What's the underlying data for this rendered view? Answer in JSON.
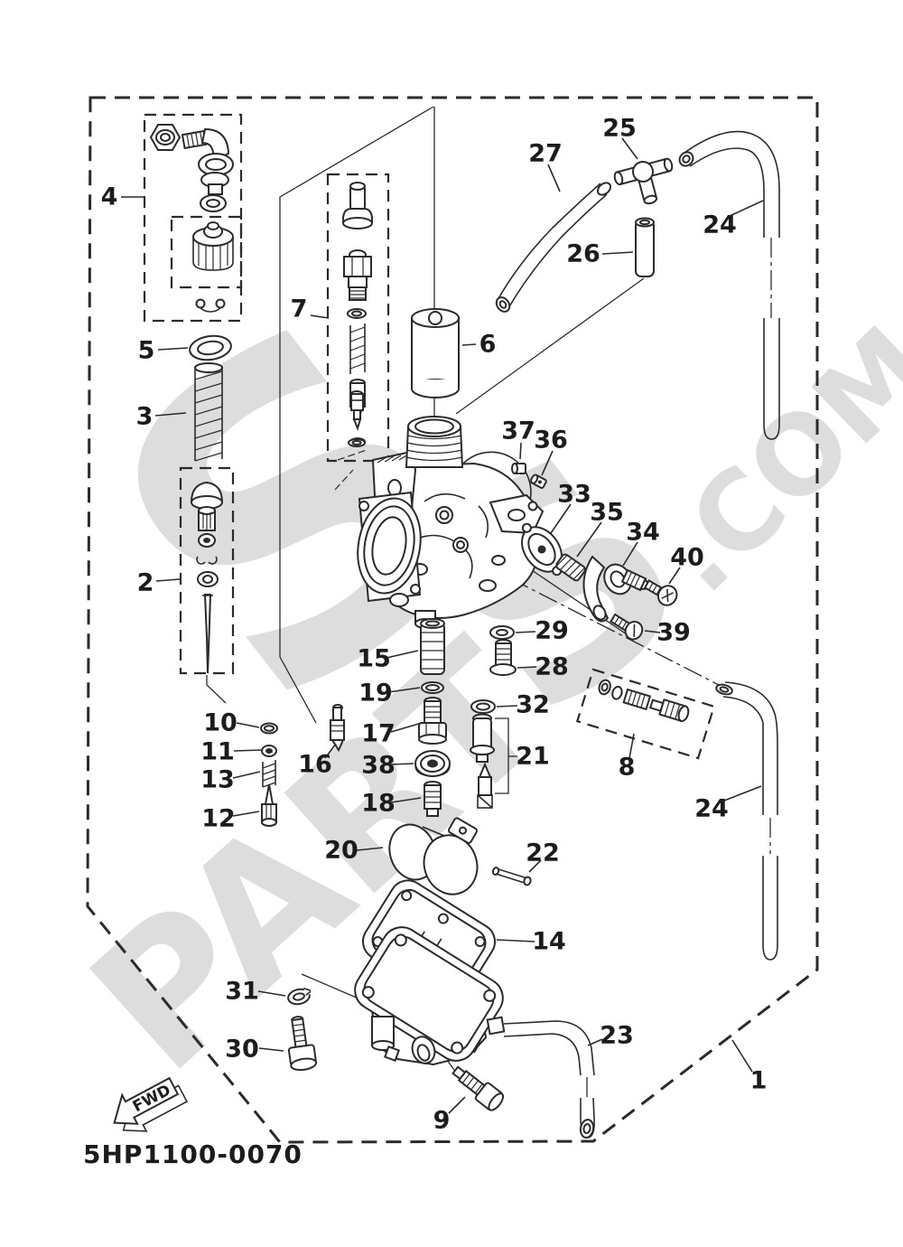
{
  "diagram": {
    "code": "5HP1100-0070",
    "fwd_label": "FWD",
    "watermark": {
      "word": "PART",
      "s1": "S",
      "s2": "S",
      "suffix": ".COM",
      "color": "#dcdcdc"
    },
    "colors": {
      "line": "#2b2b2b",
      "background": "#ffffff"
    },
    "callouts": {
      "1": "1",
      "2": "2",
      "3": "3",
      "4": "4",
      "5": "5",
      "6": "6",
      "7": "7",
      "8": "8",
      "9": "9",
      "10": "10",
      "11": "11",
      "12": "12",
      "13": "13",
      "14": "14",
      "15": "15",
      "16": "16",
      "17": "17",
      "18": "18",
      "19": "19",
      "20": "20",
      "21": "21",
      "22": "22",
      "23": "23",
      "24a": "24",
      "24b": "24",
      "25": "25",
      "26": "26",
      "27": "27",
      "28": "28",
      "29": "29",
      "30": "30",
      "31": "31",
      "32": "32",
      "33": "33",
      "34": "34",
      "35": "35",
      "36": "36",
      "37": "37",
      "38": "38",
      "39": "39",
      "40": "40"
    }
  }
}
